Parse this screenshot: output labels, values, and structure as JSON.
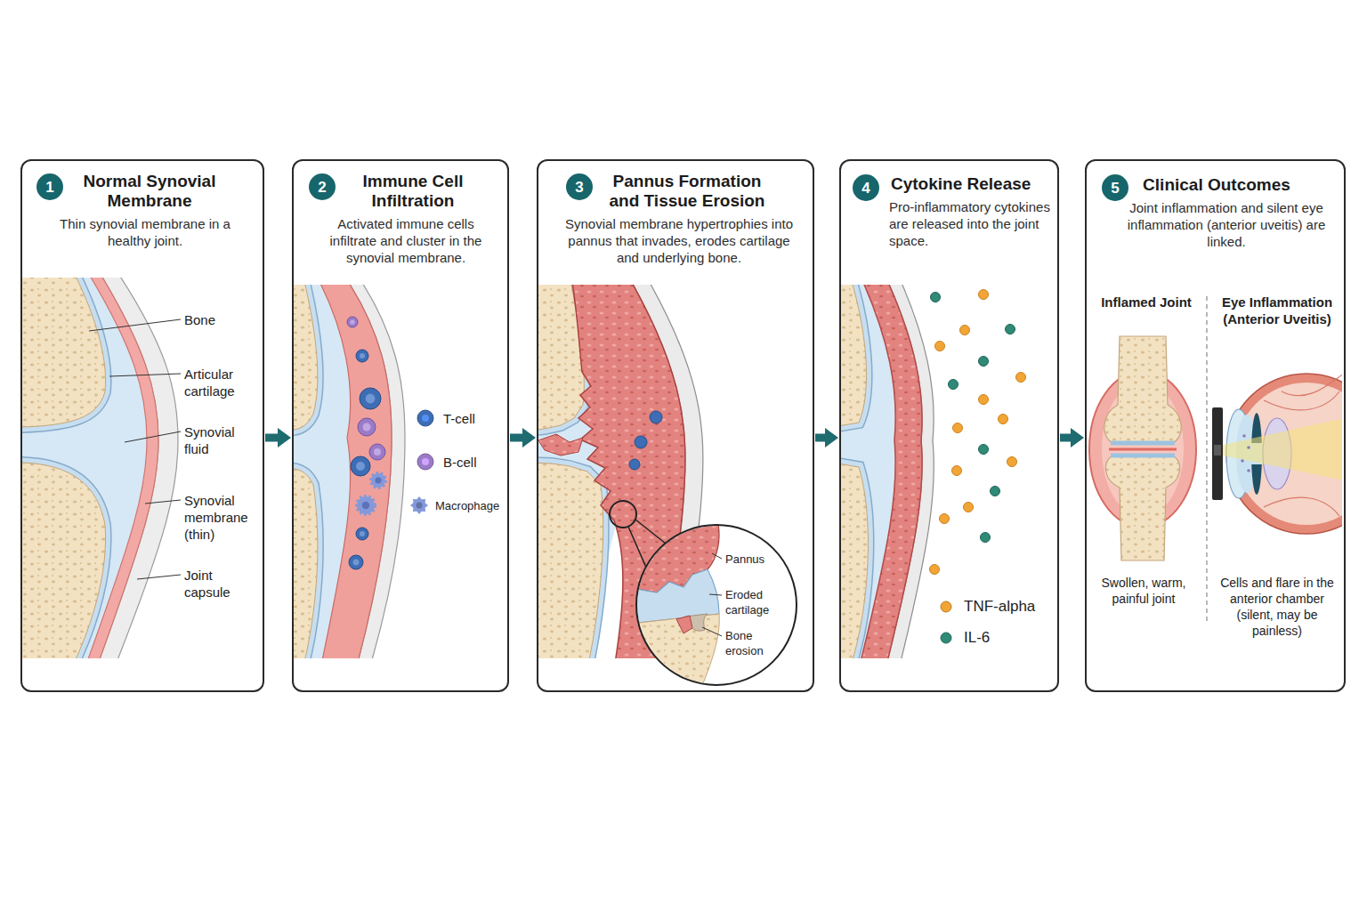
{
  "diagram": {
    "nodes": [
      {
        "text": [
          "Normal Synovial Membrane",
          "Thin synovial membrane in a healthy joint."
        ]
      },
      {
        "text": [
          "1"
        ],
        "in": 0
      },
      {
        "text": [
          "Immune Cell Infiltration",
          "Activated immune cells infiltrate and cluster in the synovial membrane."
        ]
      },
      {
        "text": [
          "2"
        ],
        "in": 2
      },
      {
        "text": [
          "Pannus Formation and Tissue Erosion",
          "Synovial membrane hypertrophies into pannus that invades, erodes cartilage and underlying bone."
        ]
      },
      {
        "text": [
          "3"
        ],
        "in": 4
      },
      {
        "text": [
          "Cytokine Release",
          "Pro-inflammatory cytokines are released into the joint space."
        ]
      },
      {
        "text": [
          "4"
        ],
        "in": 6
      },
      {
        "text": [
          "Clinical Outcomes",
          "Joint inflammation and silent eye inflammation (anterior uveitis) are linked."
        ]
      },
      {
        "text": [
          "5"
        ],
        "in": 8
      }
    ],
    "edges": [
      {
        "from": 0,
        "to": 2,
        "arrow": "to"
      },
      {
        "from": 2,
        "to": 4,
        "arrow": "to"
      },
      {
        "from": 4,
        "to": 6,
        "arrow": "to"
      },
      {
        "from": 6,
        "to": 8,
        "arrow": "to"
      }
    ],
    "labels": [
      "Bone",
      "Articular cartilage",
      "Synovial fluid",
      "Synovial membrane (thin)",
      "Joint capsule",
      "Pannus",
      "Eroded cartilage",
      "Bone erosion",
      "Inflamed Joint",
      "Eye Inflammation (Anterior Uveitis)",
      "Swollen, warm, painful joint",
      "Cells and flare in the anterior chamber (silent, may be painless)"
    ],
    "legend": [
      {
        "text": "T-cell",
        "color": "#3d6db5"
      },
      {
        "text": "B-cell",
        "color": "#9b7bc8"
      },
      {
        "text": "Macrophage",
        "color": "#8399da"
      },
      {
        "text": "TNF-alpha",
        "color": "#f2a535"
      },
      {
        "text": "IL-6",
        "color": "#2f8a78"
      }
    ]
  }
}
